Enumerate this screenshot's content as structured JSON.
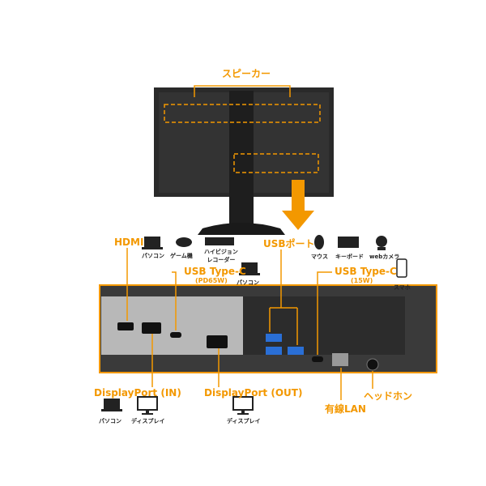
{
  "accent_color": "#f39800",
  "labels": {
    "speaker": "スピーカー",
    "hdmi": "HDMI",
    "usb_port": "USBポート",
    "usbc_pd": "USB Type-C",
    "usbc_pd_sub": "(PD65W)",
    "usbc_15": "USB Type-C",
    "usbc_15_sub": "(15W)",
    "dp_in": "DisplayPort (IN)",
    "dp_out": "DisplayPort (OUT)",
    "lan": "有線LAN",
    "headphone": "ヘッドホン"
  },
  "devices": {
    "hdmi": [
      "パソコン",
      "ゲーム機",
      "ハイビジョン\nレコーダー"
    ],
    "usbc_pd": "パソコン",
    "usb_port": [
      "マウス",
      "キーボード",
      "webカメラ"
    ],
    "usbc_15": "スマホ",
    "dp_in": [
      "パソコン",
      "ディスプレイ"
    ],
    "dp_out": "ディスプレイ"
  }
}
